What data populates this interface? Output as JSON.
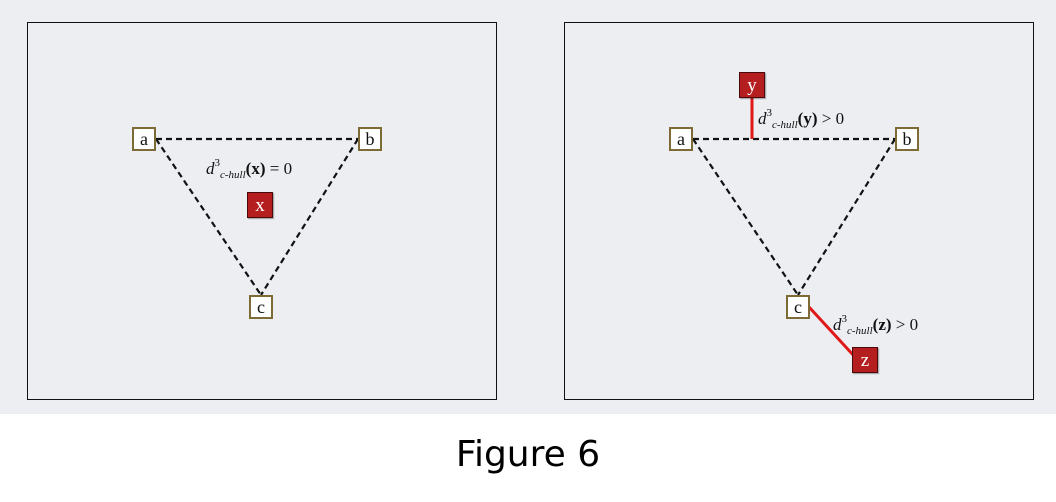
{
  "caption": "Figure 6",
  "panels": [
    {
      "id": "left",
      "nodes": {
        "a": "a",
        "b": "b",
        "c": "c"
      },
      "point": "x",
      "formula": {
        "d": "d",
        "sup": "3",
        "sub": "c-hull",
        "arg": "(x)",
        "rel": " = 0"
      }
    },
    {
      "id": "right",
      "nodes": {
        "a": "a",
        "b": "b",
        "c": "c"
      },
      "points": {
        "y": "y",
        "z": "z"
      },
      "formula_y": {
        "d": "d",
        "sup": "3",
        "sub": "c-hull",
        "arg": "(y)",
        "rel": " > 0"
      },
      "formula_z": {
        "d": "d",
        "sup": "3",
        "sub": "c-hull",
        "arg": "(z)",
        "rel": " > 0"
      }
    }
  ],
  "colors": {
    "background": "#eceef2",
    "node_border": "#7d6a35",
    "point_fill": "#b41e1e",
    "distance_line": "#e01818",
    "hull_edge": "#111111"
  }
}
